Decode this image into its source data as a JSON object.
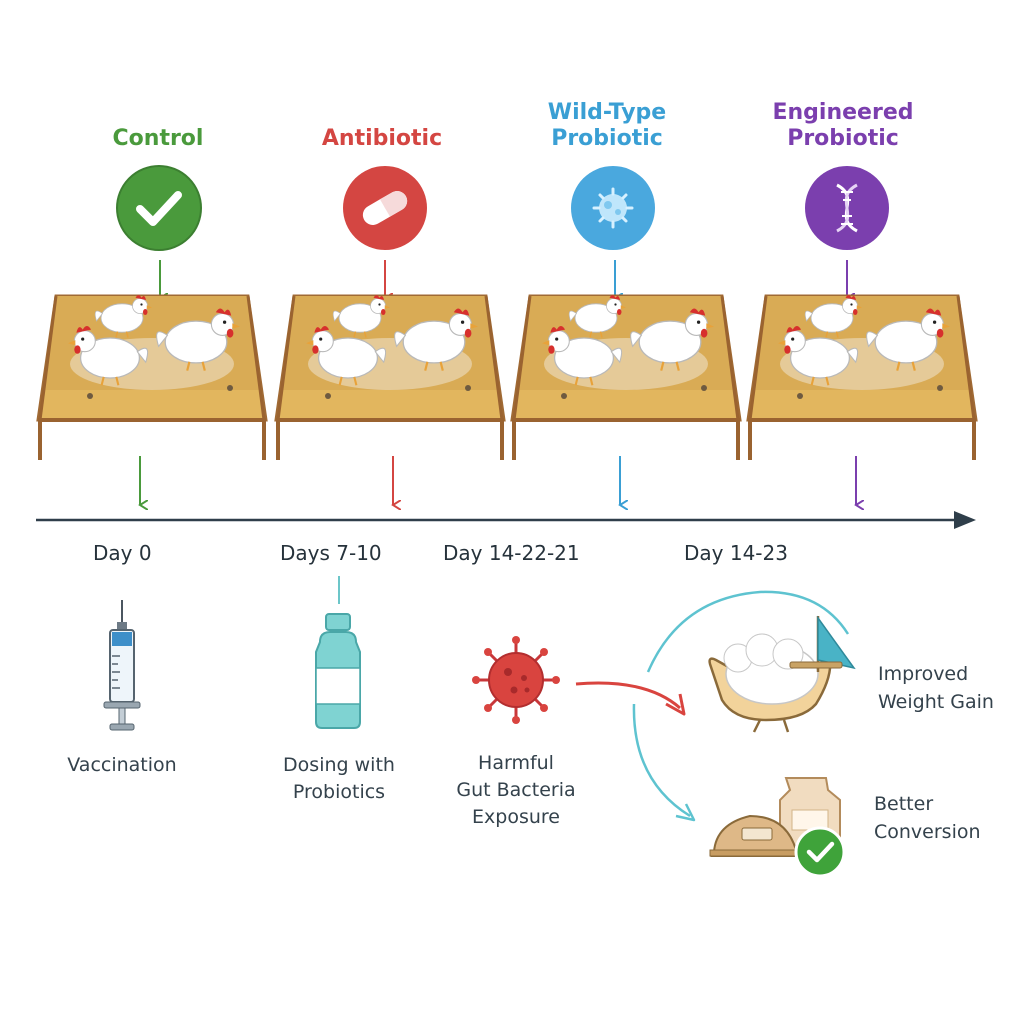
{
  "groups": [
    {
      "title_lines": [
        "Control"
      ],
      "color": "#4a9a3c",
      "icon": "checkmark-icon"
    },
    {
      "title_lines": [
        "Antibiotic"
      ],
      "color": "#d44642",
      "icon": "pill-capsule-icon"
    },
    {
      "title_lines": [
        "Wild-Type",
        "Probiotic"
      ],
      "color": "#3a9fd4",
      "icon": "microbe-icon"
    },
    {
      "title_lines": [
        "Engineered",
        "Probiotic"
      ],
      "color": "#7b3fae",
      "icon": "dna-helix-icon"
    }
  ],
  "timeline": {
    "stages": [
      {
        "label": "Day 0"
      },
      {
        "label": "Days 7-10"
      },
      {
        "label": "Day 14-22-21"
      },
      {
        "label": "Day 14-23"
      }
    ]
  },
  "steps": [
    {
      "caption_lines": [
        "Vaccination"
      ],
      "icon": "syringe-icon"
    },
    {
      "caption_lines": [
        "Dosing with",
        "Probiotics"
      ],
      "icon": "bottle-icon"
    },
    {
      "caption_lines": [
        "Harmful",
        "Gut Bacteria",
        "Exposure"
      ],
      "icon": "virus-icon"
    }
  ],
  "outcomes": [
    {
      "lines": [
        "Improved",
        "Weight Gain"
      ],
      "icon": "scale-with-chicken-icon"
    },
    {
      "lines": [
        "Better",
        "Conversion"
      ],
      "icon": "feed-bag-check-icon"
    }
  ]
}
